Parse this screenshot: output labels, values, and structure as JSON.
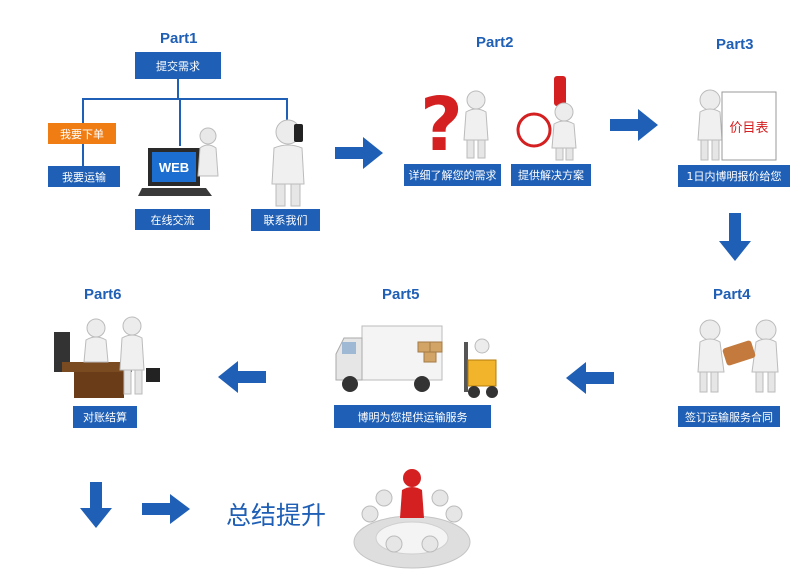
{
  "parts": {
    "p1": "Part1",
    "p2": "Part2",
    "p3": "Part3",
    "p4": "Part4",
    "p5": "Part5",
    "p6": "Part6"
  },
  "part1": {
    "top": "提交需求",
    "order": "我要下单",
    "transport": "我要运输",
    "web_text": "WEB",
    "online": "在线交流",
    "contact": "联系我们"
  },
  "part2": {
    "learn": "详细了解您的需求",
    "solution": "提供解决方案"
  },
  "part3": {
    "sign": "价目表",
    "quote": "1日内博明报价给您"
  },
  "part4": {
    "contract": "签订运输服务合同"
  },
  "part5": {
    "service": "博明为您提供运输服务"
  },
  "part6": {
    "settle": "对账结算"
  },
  "summary": "总结提升",
  "colors": {
    "blue": "#1f5fb5",
    "orange": "#ef7d14",
    "red": "#d42020"
  }
}
